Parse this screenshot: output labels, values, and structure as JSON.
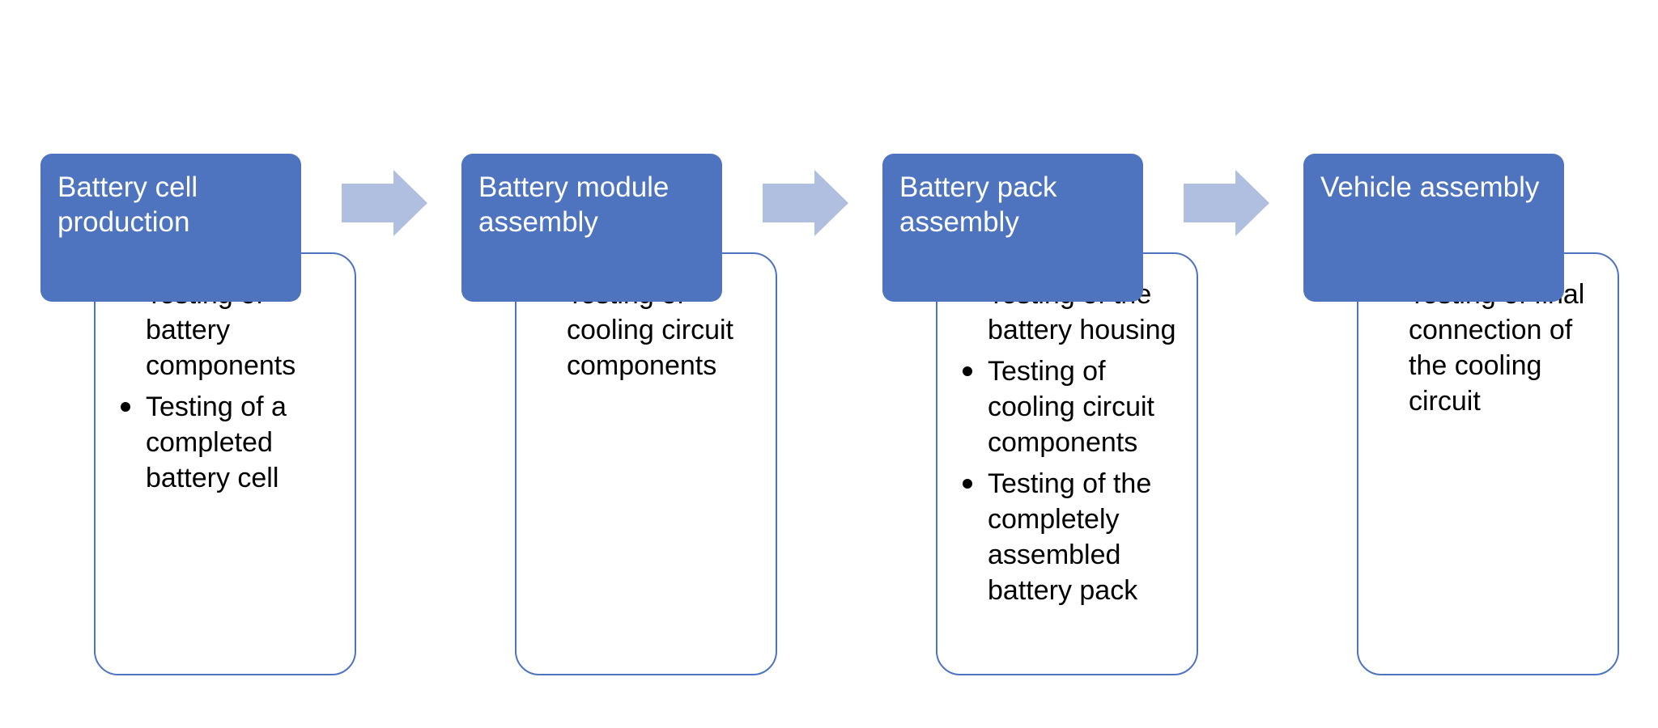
{
  "steps": [
    {
      "title": "Battery cell production",
      "bullets": [
        "Testing of battery components",
        "Testing of a completed battery cell"
      ]
    },
    {
      "title": "Battery module assembly",
      "bullets": [
        "Testing of cooling circuit components"
      ]
    },
    {
      "title": "Battery pack assembly",
      "bullets": [
        "Testing of the battery housing",
        "Testing of cooling circuit components",
        "Testing of the completely assembled battery pack"
      ]
    },
    {
      "title": "Vehicle assembly",
      "bullets": [
        "Testing of final connection of the cooling circuit"
      ]
    }
  ],
  "colors": {
    "header_fill": "#4e74bf",
    "body_border": "#4e74bf",
    "arrow_fill": "#b0bedf"
  },
  "icons": {
    "connector": "right-arrow-icon"
  }
}
